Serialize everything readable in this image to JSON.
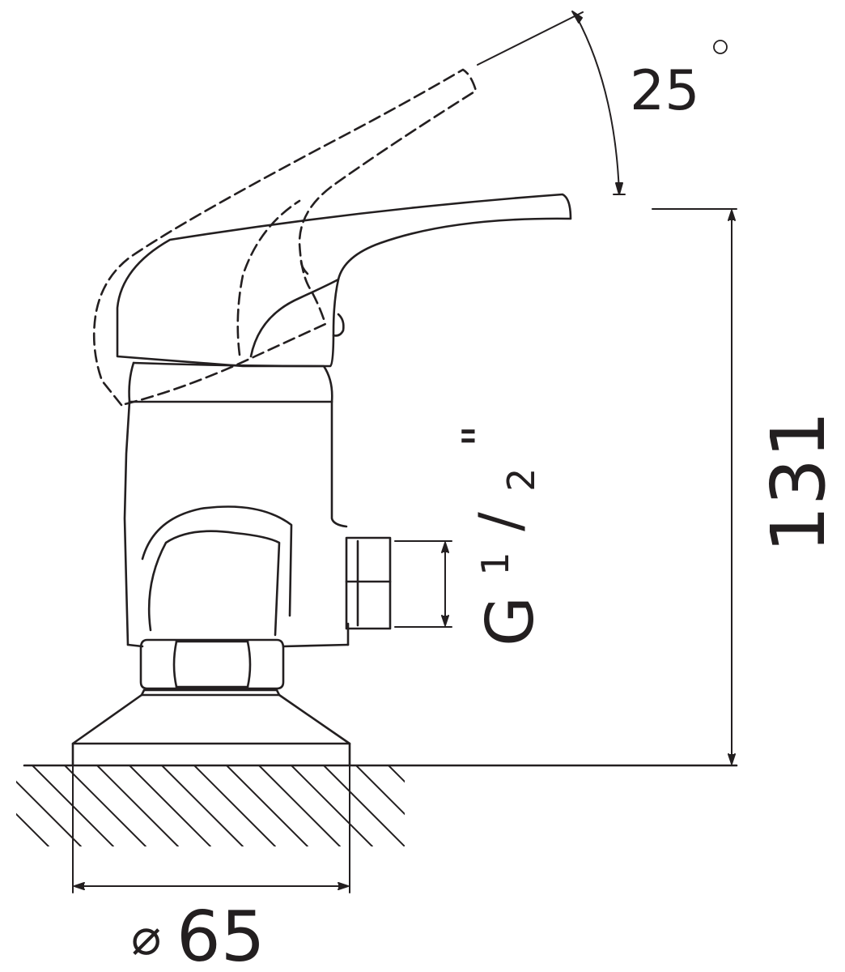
{
  "drawing": {
    "stroke_color": "#231f20",
    "background_color": "#ffffff"
  },
  "dimensions": {
    "angle": {
      "value": "25",
      "symbol": "°"
    },
    "height": {
      "value": "131"
    },
    "thread": {
      "prefix": "G",
      "numerator": "1",
      "slash": "/",
      "denominator": "2",
      "suffix": "\""
    },
    "diameter": {
      "symbol": "⌀",
      "value": "65"
    }
  }
}
